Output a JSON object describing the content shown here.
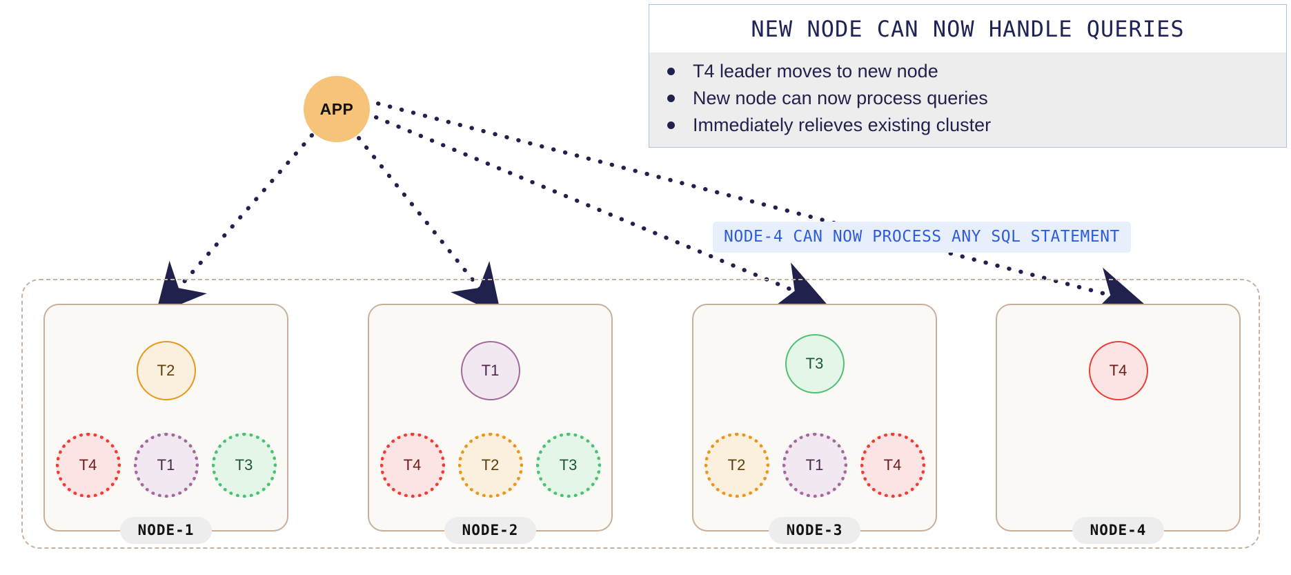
{
  "app": {
    "label": "APP"
  },
  "title_panel": {
    "heading": "NEW NODE CAN NOW HANDLE QUERIES",
    "bullets": [
      "T4 leader moves to new node",
      "New node can now process queries",
      "Immediately relieves existing cluster"
    ],
    "border_color": "#a8c3e3",
    "heading_color": "#1f2356",
    "body_bg": "#ededed"
  },
  "sql_note": {
    "text": "NODE-4 CAN NOW PROCESS ANY SQL STATEMENT",
    "bg": "#e8effc",
    "color": "#2f5bdd"
  },
  "cluster": {
    "boundary_color": "#c9b09c"
  },
  "nodes": [
    {
      "label": "NODE-1",
      "leader": {
        "token": "T2"
      },
      "followers": [
        {
          "token": "T4"
        },
        {
          "token": "T1"
        },
        {
          "token": "T3"
        }
      ]
    },
    {
      "label": "NODE-2",
      "leader": {
        "token": "T1"
      },
      "followers": [
        {
          "token": "T4"
        },
        {
          "token": "T2"
        },
        {
          "token": "T3"
        }
      ]
    },
    {
      "label": "NODE-3",
      "leader": {
        "token": "T3"
      },
      "followers": [
        {
          "token": "T2"
        },
        {
          "token": "T1"
        },
        {
          "token": "T4"
        }
      ]
    },
    {
      "label": "NODE-4",
      "leader": {
        "token": "T4"
      },
      "followers": []
    }
  ],
  "palette": {
    "app_fill": "#f5c478",
    "node_box_fill": "#fbf9f6",
    "node_box_border": "#c9ae99",
    "node_label_bg": "#ededed",
    "arrow_color": "#21214d",
    "T1": "#a2699b",
    "T2": "#e8971d",
    "T3": "#4fbf74",
    "T4": "#ea3d35"
  },
  "edges": [
    {
      "from": "APP",
      "to": "NODE-1"
    },
    {
      "from": "APP",
      "to": "NODE-2"
    },
    {
      "from": "APP",
      "to": "NODE-3"
    },
    {
      "from": "APP",
      "to": "NODE-4"
    }
  ]
}
